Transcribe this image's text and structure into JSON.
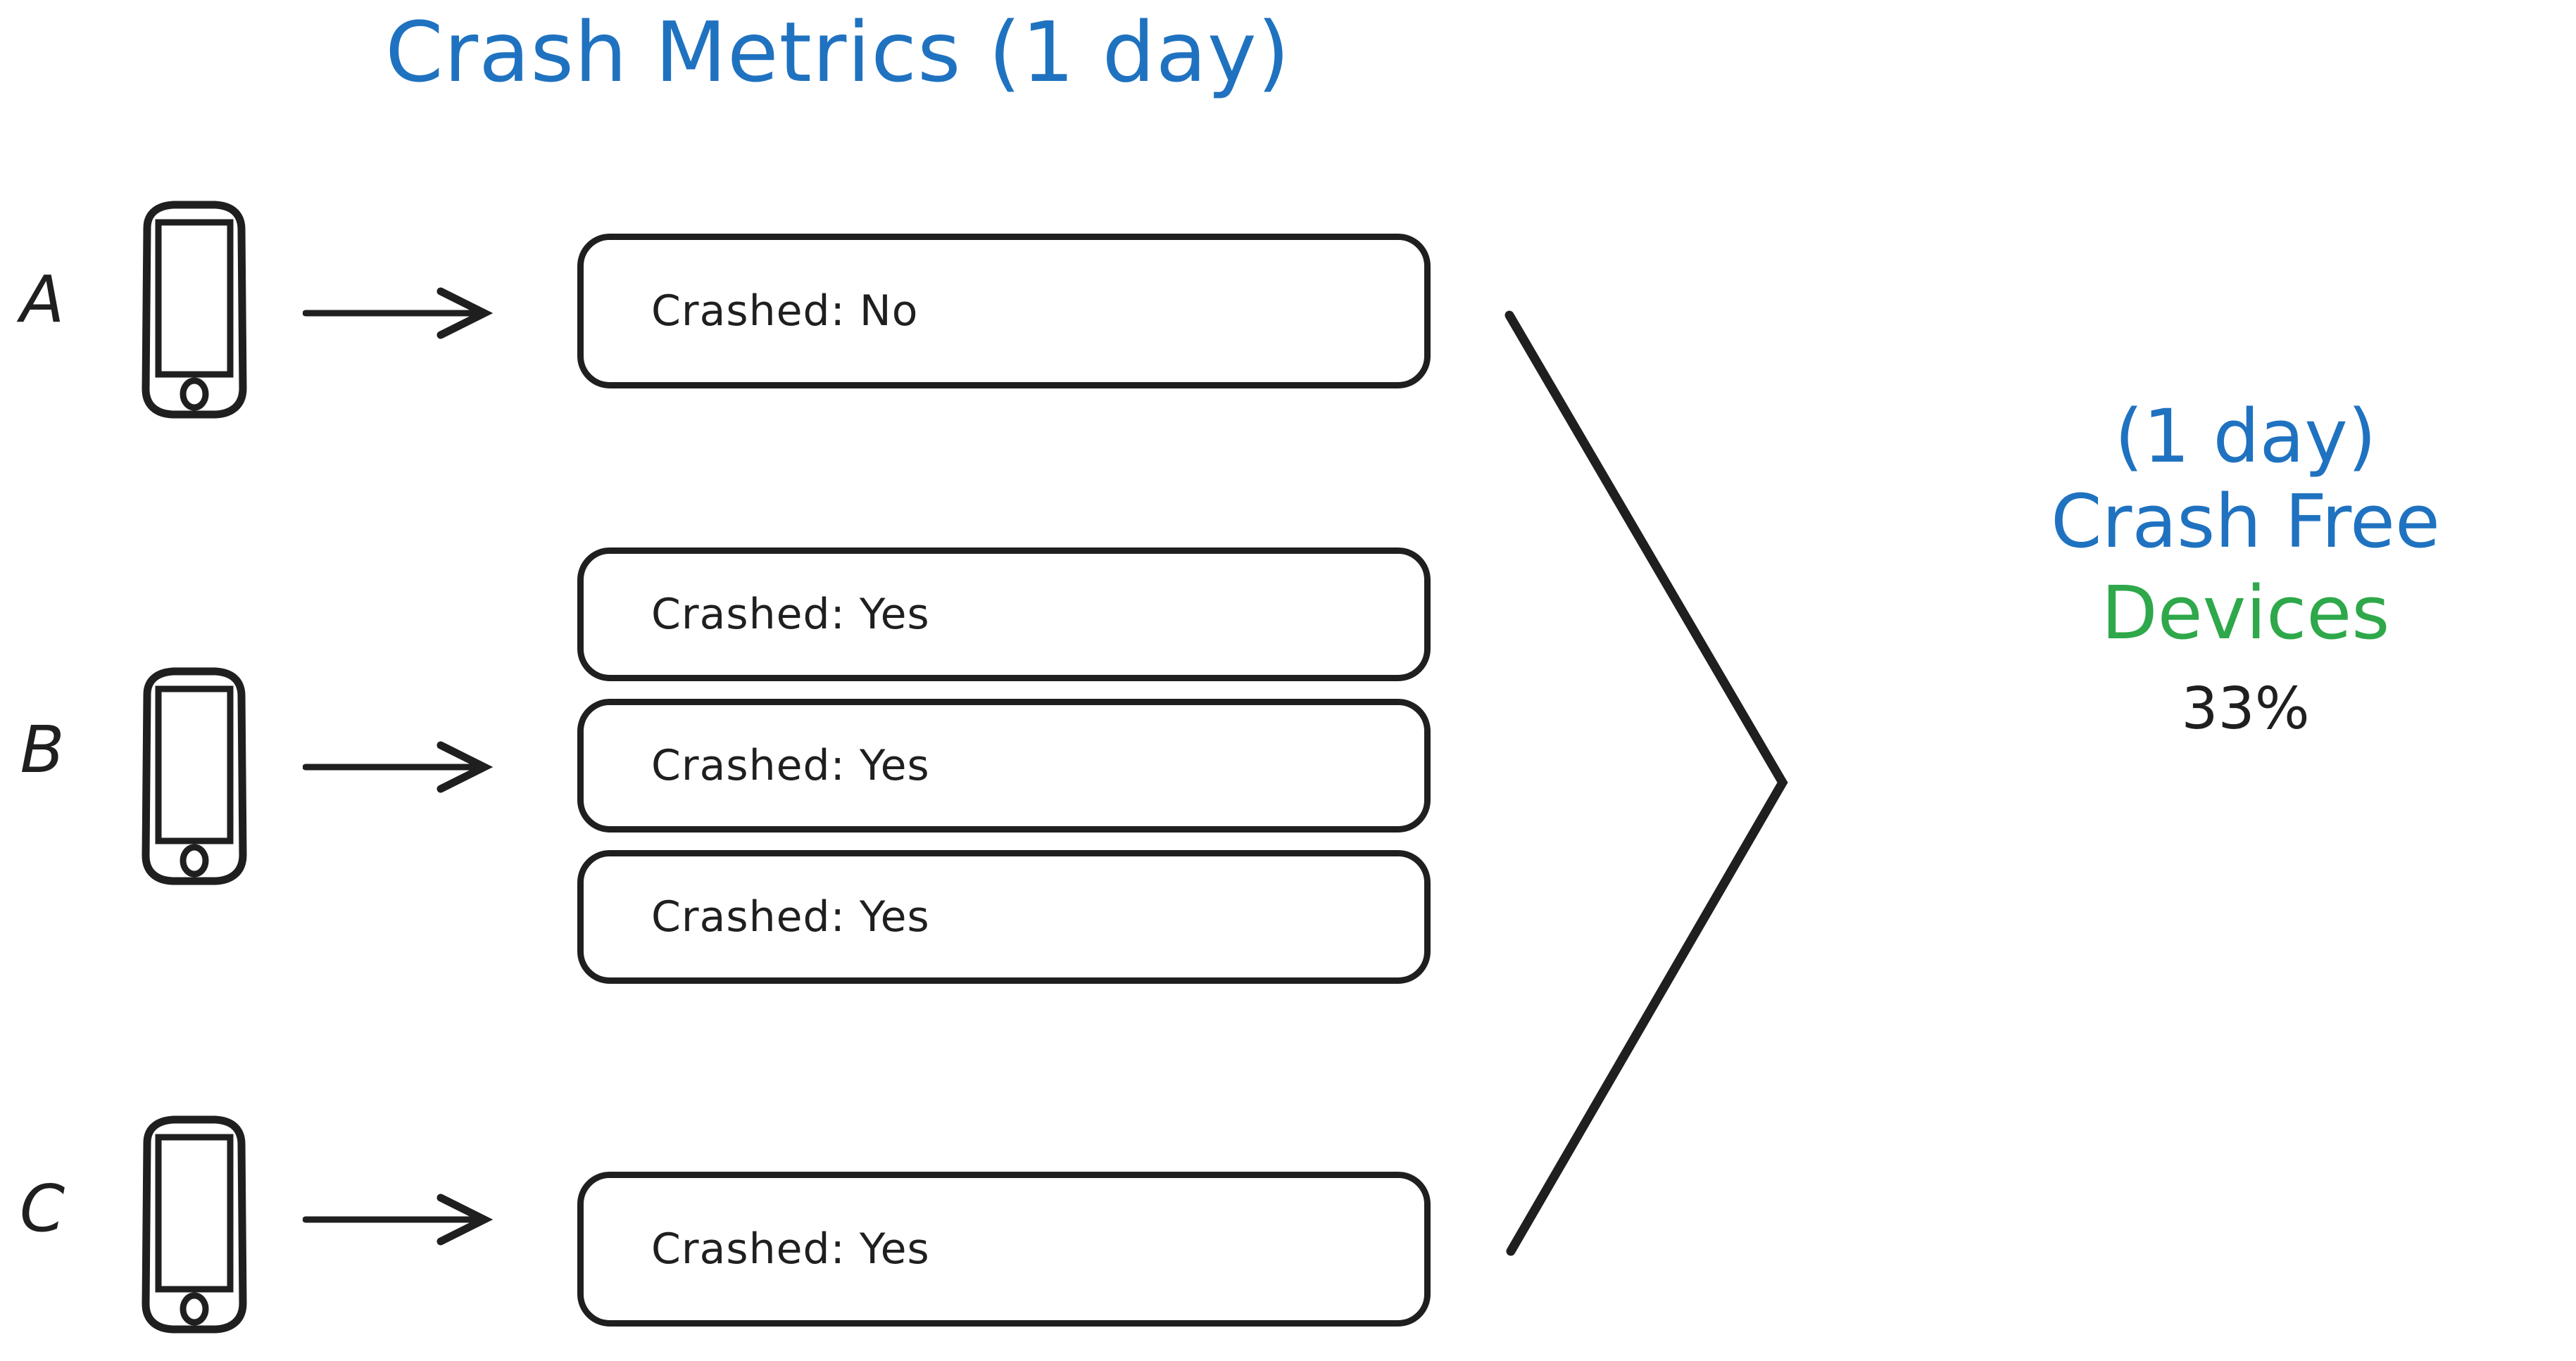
{
  "diagram": {
    "title": "Crash Metrics (1 day)",
    "title_color": "#1f72c0",
    "accent_green": "#2ea84a",
    "ink_color": "#1f1f1f",
    "background": "#ffffff"
  },
  "devices": [
    {
      "label": "A",
      "icon": "phone-icon",
      "arrow": "arrow-right-icon",
      "events": [
        {
          "text": "Crashed: No"
        }
      ]
    },
    {
      "label": "B",
      "icon": "phone-icon",
      "arrow": "arrow-right-icon",
      "events": [
        {
          "text": "Crashed: Yes"
        },
        {
          "text": "Crashed: Yes"
        },
        {
          "text": "Crashed: Yes"
        }
      ]
    },
    {
      "label": "C",
      "icon": "phone-icon",
      "arrow": "arrow-right-icon",
      "events": [
        {
          "text": "Crashed: Yes"
        }
      ]
    }
  ],
  "aggregator": {
    "icon": "chevron-right-bracket-icon"
  },
  "result": {
    "period": "(1 day)",
    "metric": "Crash Free",
    "subject": "Devices",
    "value": "33%"
  }
}
